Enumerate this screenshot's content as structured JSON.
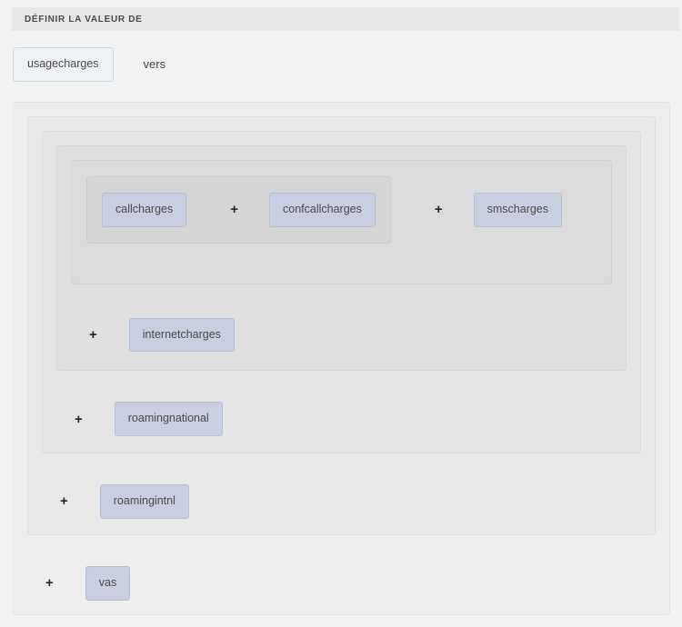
{
  "header": {
    "title": "DÉFINIR LA VALEUR DE"
  },
  "assignment": {
    "target_label": "usagecharges",
    "keyword": "vers"
  },
  "expression": {
    "operator": "+",
    "terms": [
      "callcharges",
      "confcallcharges",
      "smscharges",
      "internetcharges",
      "roamingnational",
      "roamingintnl",
      "vas"
    ]
  },
  "colors": {
    "page_bg": "#f3f2f2",
    "header_bar_bg": "#e8e7e7",
    "chip_bg": "#c7d0e0",
    "chip_border": "#b4c1d5",
    "target_chip_bg": "#eef1f5",
    "target_chip_border": "#cdd8e6"
  }
}
